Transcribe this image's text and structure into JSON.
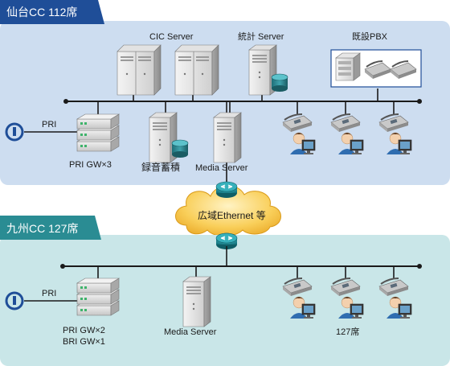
{
  "sendai": {
    "title": "仙台CC 112席",
    "cic_server_label": "CIC Server",
    "stats_server_label": "統計 Server",
    "pbx_label": "既設PBX",
    "pri_label": "PRI",
    "pri_gw_label": "PRI GW×3",
    "recording_label": "録音蓄積",
    "media_server_label": "Media Server"
  },
  "wan": {
    "label": "広域Ethernet 等"
  },
  "kyushu": {
    "title": "九州CC 127席",
    "pri_label": "PRI",
    "gw_label_1": "PRI GW×2",
    "gw_label_2": "BRI GW×1",
    "media_server_label": "Media Server",
    "seats_label": "127席"
  },
  "colors": {
    "sendai_bg": "#cdddf0",
    "sendai_header": "#1f4e98",
    "kyushu_bg": "#c9e6e8",
    "kyushu_header": "#2a8c93",
    "cloud": "#f7c34a",
    "router": "#1e8f9a"
  }
}
